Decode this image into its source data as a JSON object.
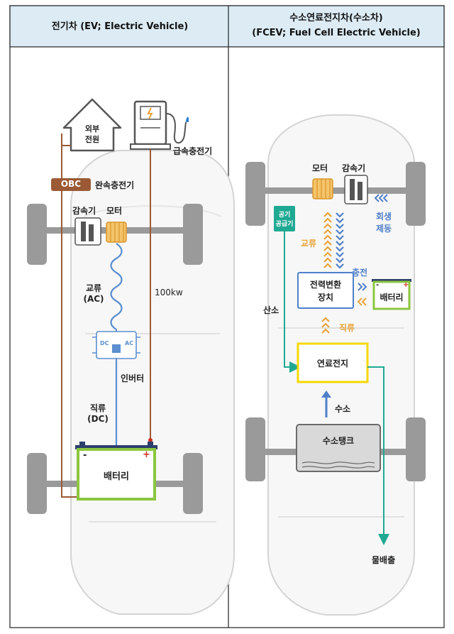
{
  "header": {
    "left_title": "전기차 (EV; Electric Vehicle)",
    "right_title_line1": "수소연료전지차(수소차)",
    "right_title_line2": "(FCEV; Fuel Cell Electric Vehicle)"
  },
  "ev": {
    "external_power_line1": "외부",
    "external_power_line2": "전원",
    "fast_charger": "급속충전기",
    "obc": "OBC",
    "slow_charger": "완속충전기",
    "reducer": "감속기",
    "motor": "모터",
    "ac_line1": "교류",
    "ac_line2": "(AC)",
    "power_100kw": "100kw",
    "inverter_dc": "DC",
    "inverter_ac": "AC",
    "inverter": "인버터",
    "dc_line1": "직류",
    "dc_line2": "(DC)",
    "battery": "배터리",
    "battery_minus": "-",
    "battery_plus": "+"
  },
  "fcev": {
    "motor": "모터",
    "reducer": "감속기",
    "air_supply_line1": "공기",
    "air_supply_line2": "공급기",
    "regen_line1": "회생",
    "regen_line2": "제동",
    "ac": "교류",
    "charge": "충전",
    "converter_line1": "전력변환",
    "converter_line2": "장치",
    "battery": "배터리",
    "battery_minus": "-",
    "battery_plus": "+",
    "oxygen": "산소",
    "dc": "직류",
    "fuel_cell": "연료전지",
    "hydrogen": "수소",
    "hydrogen_tank": "수소탱크",
    "water_out": "물배출"
  },
  "colors": {
    "header_bg": "#dcebf4",
    "brown_wire": "#9b5a35",
    "blue_wire": "#5b8fd0",
    "teal": "#1fa993",
    "battery_green": "#8cc63f",
    "fuel_cell_yellow": "#f5d800",
    "orange_arrow": "#e8a33a",
    "converter_blue": "#4f7fc9",
    "obc_brown": "#9b5a35"
  }
}
